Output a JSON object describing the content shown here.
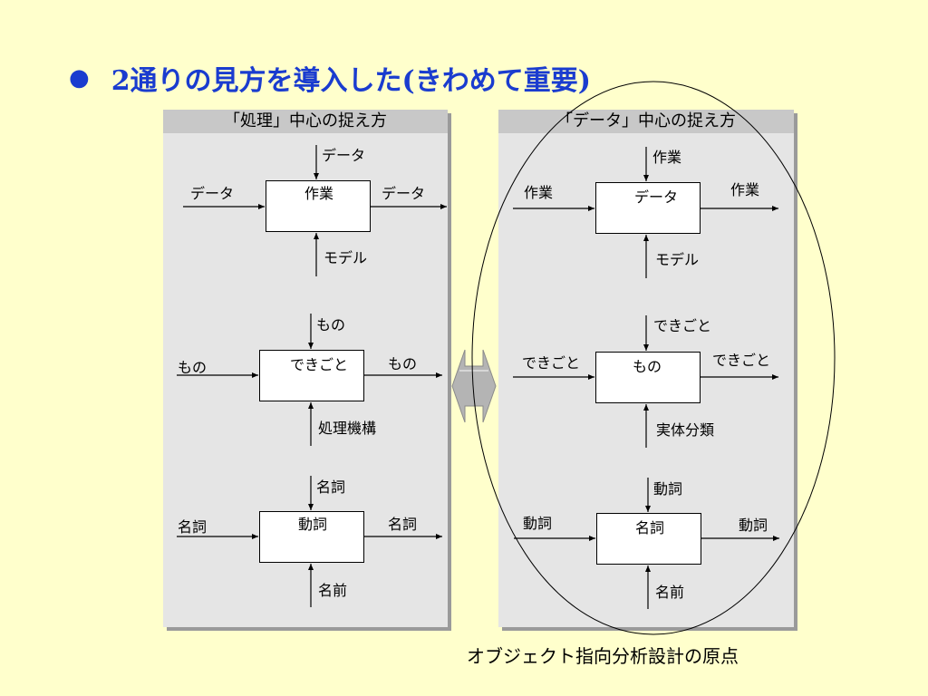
{
  "title": {
    "bullet": "●",
    "text": "2通りの見方を導入した(きわめて重要)"
  },
  "left_panel": {
    "header": "「処理」中心の捉え方",
    "blocks": [
      {
        "top": "データ",
        "in": "データ",
        "box": "作業",
        "out": "データ",
        "bottom": "モデル"
      },
      {
        "top": "もの",
        "in": "もの",
        "box": "できごと",
        "out": "もの",
        "bottom": "処理機構"
      },
      {
        "top": "名詞",
        "in": "名詞",
        "box": "動詞",
        "out": "名詞",
        "bottom": "名前"
      }
    ]
  },
  "right_panel": {
    "header": "「データ」中心の捉え方",
    "blocks": [
      {
        "top": "作業",
        "in": "作業",
        "box": "データ",
        "out": "作業",
        "bottom": "モデル"
      },
      {
        "top": "できごと",
        "in": "できごと",
        "box": "もの",
        "out": "できごと",
        "bottom": "実体分類"
      },
      {
        "top": "動詞",
        "in": "動詞",
        "box": "名詞",
        "out": "動詞",
        "bottom": "名前"
      }
    ]
  },
  "caption": "オブジェクト指向分析設計の原点",
  "colors": {
    "background": "#ffffcc",
    "title": "#1a3ccf",
    "panel": "#e5e5e5",
    "panel_header": "#c8c8c8"
  }
}
